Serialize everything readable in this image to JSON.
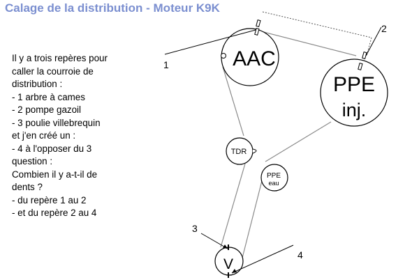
{
  "title": "Calage de la distribution - Moteur K9K",
  "description": [
    "Il y a trois repères pour",
    "caller la courroie de",
    "distribution :",
    "- 1 arbre à cames",
    "- 2 pompe gazoil",
    "- 3 poulie villebrequin",
    "et j'en créé un :",
    "- 4 à l'opposer du 3",
    "question :",
    "Combien il y a-t-il de",
    "dents ?",
    "- du repère 1 au 2",
    "- et du repère 2 au 4"
  ],
  "pulleys": {
    "aac": "AAC",
    "ppe_inj_line1": "PPE",
    "ppe_inj_line2": "inj.",
    "tdr": "TDR",
    "ppe_eau_line1": "PPE",
    "ppe_eau_line2": "eau",
    "v": "V"
  },
  "marks": {
    "m1": "1",
    "m2": "2",
    "m3": "3",
    "m4": "4"
  }
}
